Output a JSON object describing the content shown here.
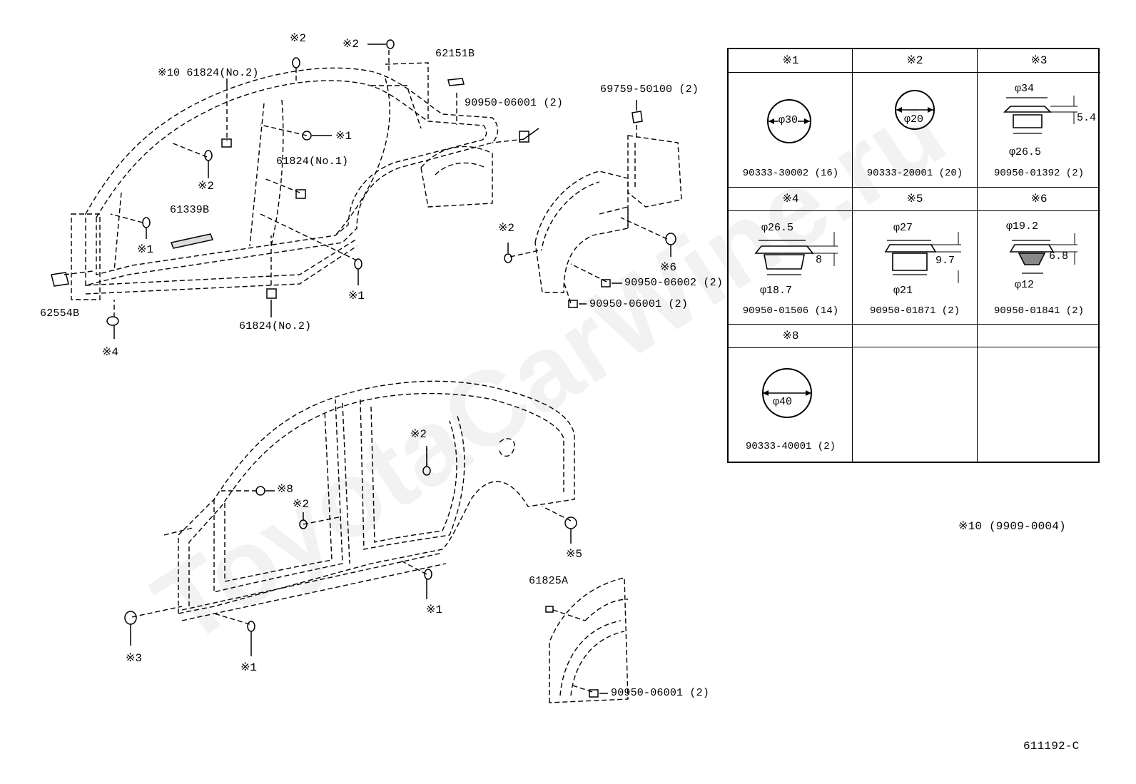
{
  "watermark": "ToyotaCarWine.ru",
  "diagram_code": "611192-C",
  "revision_note": "※10 (9909-0004)",
  "callouts": {
    "upper_body": [
      {
        "id": "u_c2a",
        "text": "※2"
      },
      {
        "id": "u_c2b",
        "text": "※2"
      },
      {
        "id": "u_62151b",
        "text": "62151B"
      },
      {
        "id": "u_c10",
        "text": "※10 61824(No.2)"
      },
      {
        "id": "u_90950",
        "text": "90950-06001 (2)"
      },
      {
        "id": "u_c1a",
        "text": "※1"
      },
      {
        "id": "u_61824n1",
        "text": "61824(No.1)"
      },
      {
        "id": "u_c2c",
        "text": "※2"
      },
      {
        "id": "u_61339b",
        "text": "61339B"
      },
      {
        "id": "u_c1b",
        "text": "※1"
      },
      {
        "id": "u_62554b",
        "text": "62554B"
      },
      {
        "id": "u_c4",
        "text": "※4"
      },
      {
        "id": "u_c1c",
        "text": "※1"
      },
      {
        "id": "u_61824n2b",
        "text": "61824(No.2)"
      }
    ],
    "wheelhouse": [
      {
        "id": "w_69759",
        "text": "69759-50100 (2)"
      },
      {
        "id": "w_c2",
        "text": "※2"
      },
      {
        "id": "w_c6",
        "text": "※6"
      },
      {
        "id": "w_90950a",
        "text": "90950-06002 (2)"
      },
      {
        "id": "w_90950b",
        "text": "90950-06001 (2)"
      }
    ],
    "lower_body": [
      {
        "id": "l_c2a",
        "text": "※2"
      },
      {
        "id": "l_c8",
        "text": "※8"
      },
      {
        "id": "l_c2b",
        "text": "※2"
      },
      {
        "id": "l_c5",
        "text": "※5"
      },
      {
        "id": "l_c1a",
        "text": "※1"
      },
      {
        "id": "l_c3",
        "text": "※3"
      },
      {
        "id": "l_c1b",
        "text": "※1"
      }
    ],
    "rear_panel": [
      {
        "id": "r_61825a",
        "text": "61825A"
      },
      {
        "id": "r_90950",
        "text": "90950-06001 (2)"
      }
    ]
  },
  "clip_table": {
    "cells": [
      {
        "ref": "※1",
        "part_no": "90333-30002 (16)",
        "dims": [
          "φ30"
        ],
        "type": "disc"
      },
      {
        "ref": "※2",
        "part_no": "90333-20001 (20)",
        "dims": [
          "φ20"
        ],
        "type": "disc"
      },
      {
        "ref": "※3",
        "part_no": "90950-01392 (2)",
        "dims": [
          "φ34",
          "5.4",
          "φ26.5"
        ],
        "type": "plug"
      },
      {
        "ref": "※4",
        "part_no": "90950-01506 (14)",
        "dims": [
          "φ26.5",
          "8",
          "φ18.7"
        ],
        "type": "plug"
      },
      {
        "ref": "※5",
        "part_no": "90950-01871 (2)",
        "dims": [
          "φ27",
          "9.7",
          "φ21"
        ],
        "type": "plug"
      },
      {
        "ref": "※6",
        "part_no": "90950-01841 (2)",
        "dims": [
          "φ19.2",
          "6.8",
          "φ12"
        ],
        "type": "plug"
      },
      {
        "ref": "※8",
        "part_no": "90333-40001 (2)",
        "dims": [
          "φ40"
        ],
        "type": "disc"
      }
    ]
  }
}
